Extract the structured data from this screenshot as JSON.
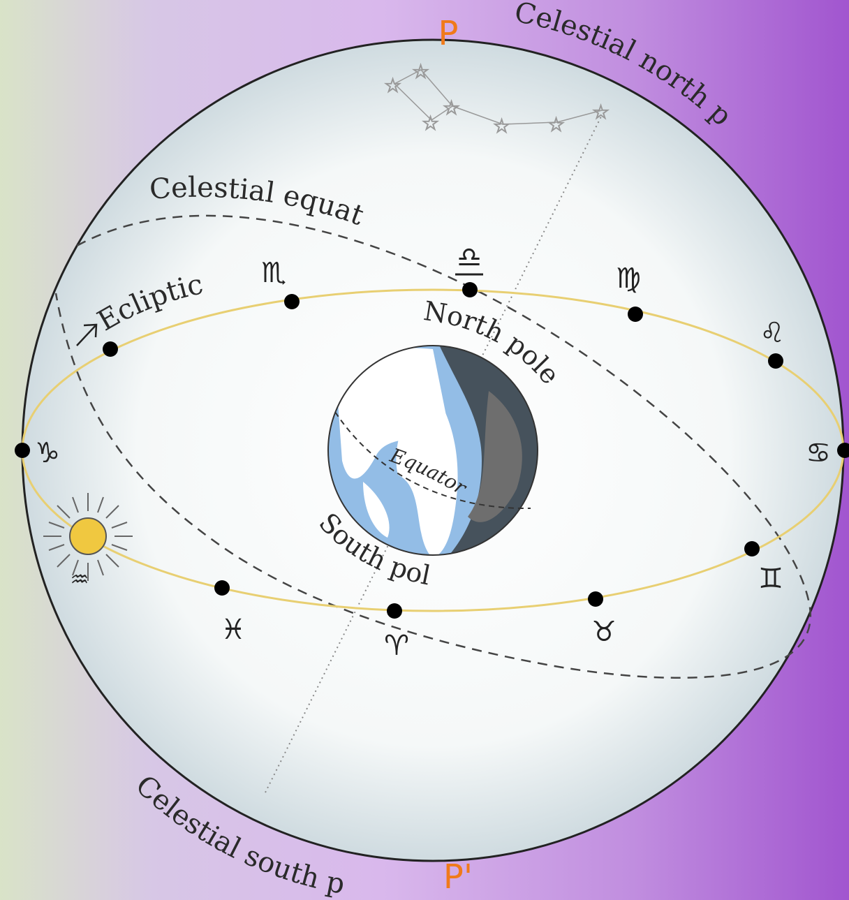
{
  "labels": {
    "pole_north_marker": "P",
    "pole_south_marker": "P'",
    "celestial_north_pole": "Celestial north pole",
    "celestial_south_pole": "Celestial south pole",
    "celestial_equator": "Celestial equator",
    "ecliptic": "Ecliptic",
    "north_pole": "North pole",
    "south_pole": "South pole",
    "equator": "Equator"
  },
  "zodiac_signs": [
    {
      "name": "capricorn",
      "glyph": "♑"
    },
    {
      "name": "aquarius",
      "glyph": "♒"
    },
    {
      "name": "pisces",
      "glyph": "♓"
    },
    {
      "name": "aries",
      "glyph": "♈"
    },
    {
      "name": "taurus",
      "glyph": "♉"
    },
    {
      "name": "gemini",
      "glyph": "♊"
    },
    {
      "name": "cancer",
      "glyph": "♋"
    },
    {
      "name": "leo",
      "glyph": "♌"
    },
    {
      "name": "virgo",
      "glyph": "♍"
    },
    {
      "name": "libra",
      "glyph": "♎"
    },
    {
      "name": "scorpio",
      "glyph": "♏"
    }
  ],
  "colors": {
    "pole_marker": "#f07a1a",
    "ecliptic": "#e8cf72",
    "sun": "#f0c840",
    "earth_ocean": "#93bde6",
    "earth_night": "#46525c",
    "earth_night_land": "#6e6e6e"
  }
}
